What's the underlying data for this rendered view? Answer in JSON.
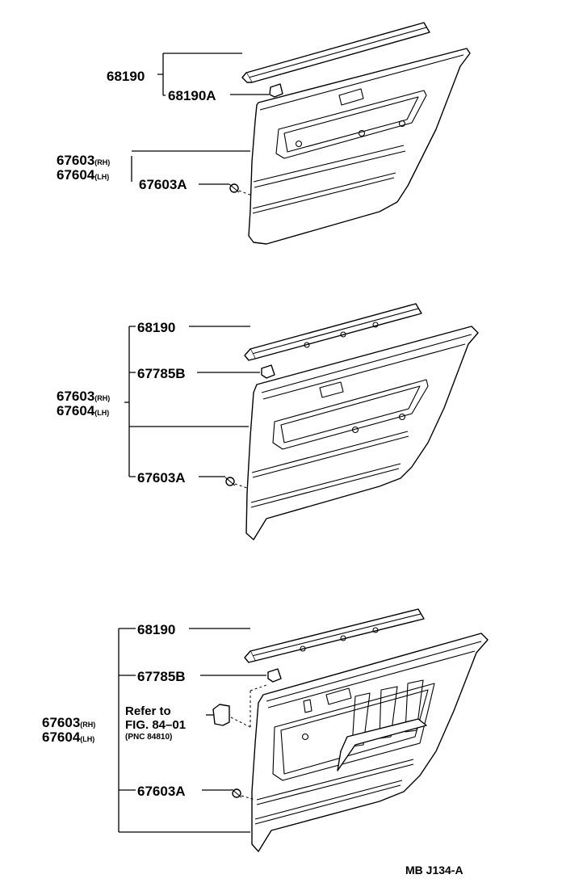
{
  "diagram_code": "MB J134-A",
  "groups": [
    {
      "labels": {
        "molding": "68190",
        "clip": "68190A",
        "board_rh": "67603",
        "board_rh_sfx": "(RH)",
        "board_lh": "67604",
        "board_lh_sfx": "(LH)",
        "fastener": "67603A"
      }
    },
    {
      "labels": {
        "molding": "68190",
        "clip": "67785B",
        "board_rh": "67603",
        "board_rh_sfx": "(RH)",
        "board_lh": "67604",
        "board_lh_sfx": "(LH)",
        "fastener": "67603A"
      }
    },
    {
      "labels": {
        "molding": "68190",
        "clip": "67785B",
        "board_rh": "67603",
        "board_rh_sfx": "(RH)",
        "board_lh": "67604",
        "board_lh_sfx": "(LH)",
        "fastener": "67603A",
        "refer_line1": "Refer to",
        "refer_line2": "FIG. 84–01",
        "refer_line3": "(PNC 84810)"
      }
    }
  ]
}
